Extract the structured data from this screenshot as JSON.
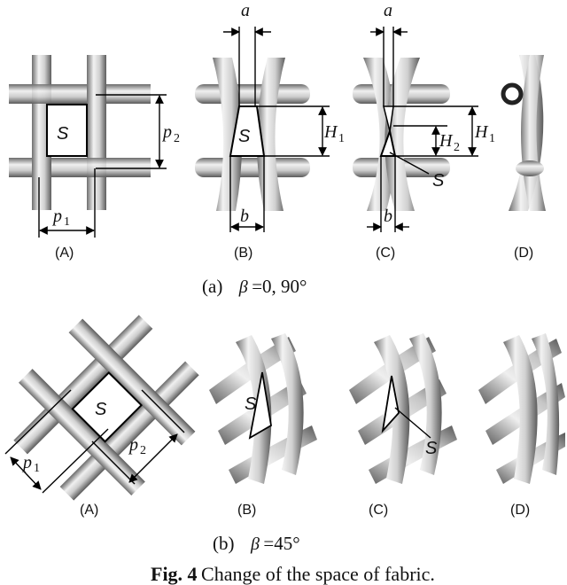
{
  "panels_top": [
    {
      "label": "(A)"
    },
    {
      "label": "(B)"
    },
    {
      "label": "(C)"
    },
    {
      "label": "(D)"
    }
  ],
  "panels_bottom": [
    {
      "label": "(A)"
    },
    {
      "label": "(B)"
    },
    {
      "label": "(C)"
    },
    {
      "label": "(D)"
    }
  ],
  "symbols": {
    "S": "S",
    "p": "p",
    "one": "1",
    "two": "2",
    "a": "a",
    "b": "b",
    "H": "H"
  },
  "row_a_caption": {
    "prefix": "(a)",
    "beta": "β",
    "value": "=0,   90°"
  },
  "row_b_caption": {
    "prefix": "(b)",
    "beta": "β",
    "value": "=45°"
  },
  "figure_caption": {
    "label": "Fig. 4",
    "text": " Change of the space of fabric."
  },
  "colors": {
    "yarn_light": "#e4e4e4",
    "yarn_mid": "#a8a8a8",
    "yarn_dark": "#5a5a5a"
  }
}
